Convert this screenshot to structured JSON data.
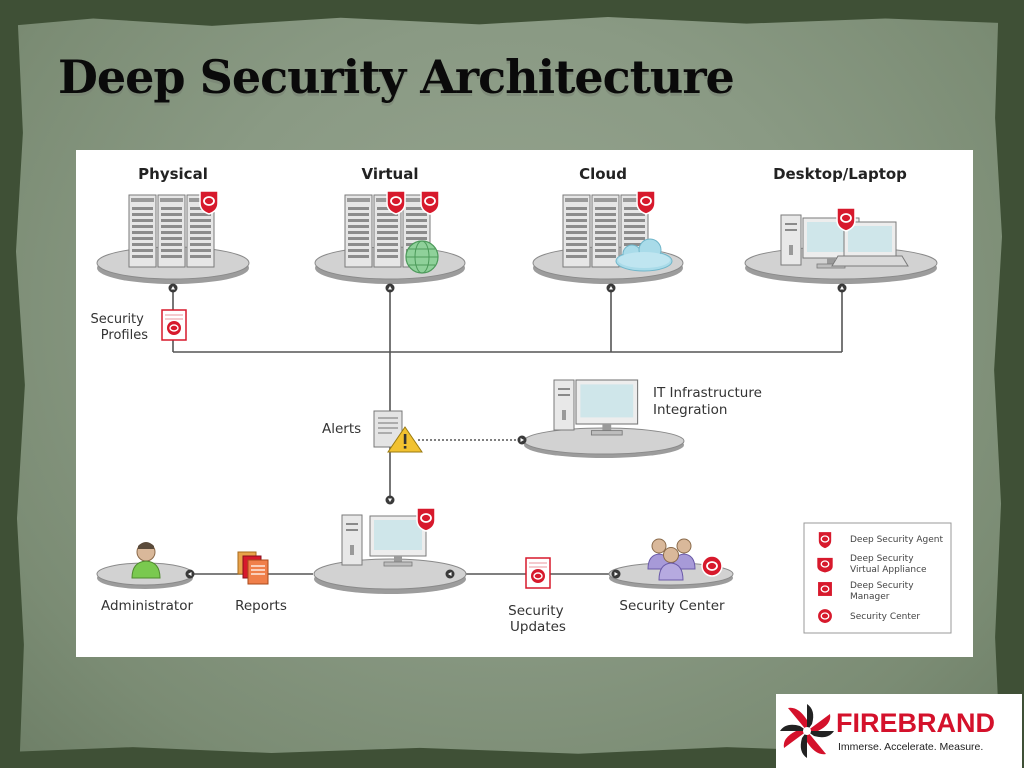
{
  "slide": {
    "title": "Deep Security Architecture",
    "background_color": "#3f5036",
    "paper_color": "#8a9a84"
  },
  "diagram": {
    "top_labels": {
      "physical": "Physical",
      "virtual": "Virtual",
      "cloud": "Cloud",
      "desktop": "Desktop/Laptop"
    },
    "security_profiles": [
      "Security",
      "Profiles"
    ],
    "alerts": "Alerts",
    "it_integration": [
      "IT Infrastructure",
      "Integration"
    ],
    "administrator": "Administrator",
    "reports": "Reports",
    "security_updates": [
      "Security",
      "Updates"
    ],
    "security_center": "Security Center",
    "legend": {
      "agent": [
        "Deep Security Agent"
      ],
      "virtual_appliance": [
        "Deep Security",
        "Virtual Appliance"
      ],
      "manager": [
        "Deep Security",
        "Manager"
      ],
      "security_center": [
        "Security Center"
      ]
    },
    "accent_color": "#d7192c",
    "line_color": "#555555"
  },
  "logo": {
    "name": "FIREBRAND",
    "tagline": "Immerse. Accelerate. Measure.",
    "color": "#d4112b"
  }
}
